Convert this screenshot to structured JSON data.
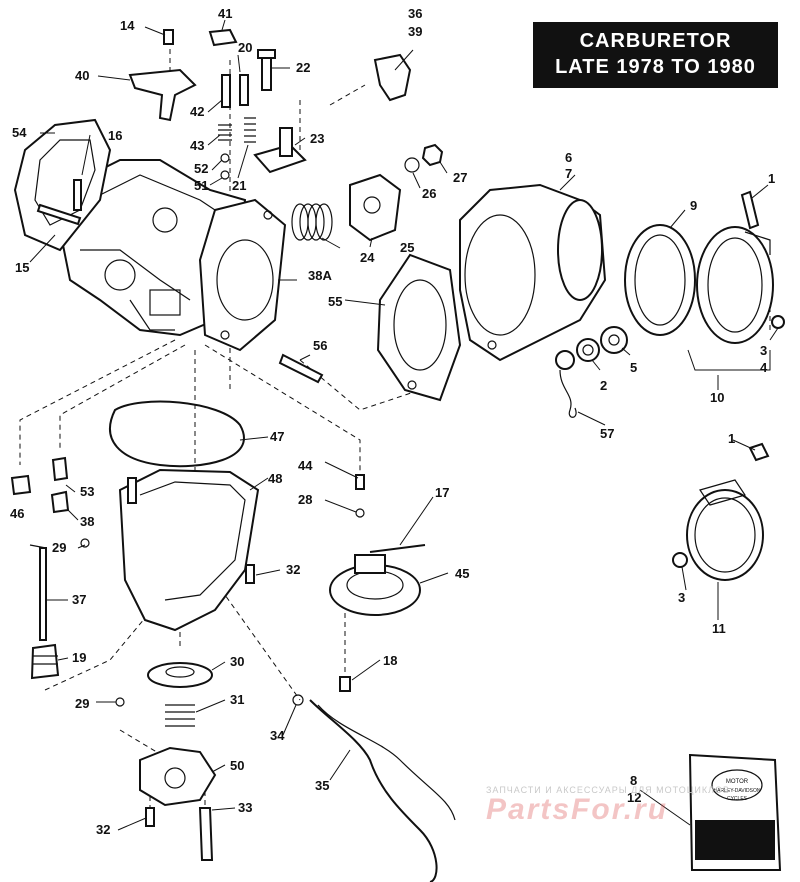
{
  "title": {
    "line1": "CARBURETOR",
    "line2": "LATE 1978 TO 1980"
  },
  "callouts": [
    "1",
    "2",
    "3",
    "4",
    "5",
    "6",
    "7",
    "8",
    "9",
    "10",
    "11",
    "12",
    "14",
    "15",
    "16",
    "17",
    "18",
    "19",
    "20",
    "21",
    "22",
    "23",
    "24",
    "25",
    "26",
    "27",
    "28",
    "29",
    "30",
    "31",
    "32",
    "33",
    "34",
    "35",
    "36",
    "37",
    "38",
    "38A",
    "39",
    "40",
    "41",
    "42",
    "43",
    "44",
    "45",
    "46",
    "47",
    "48",
    "50",
    "51",
    "52",
    "53",
    "54",
    "55",
    "56",
    "57"
  ],
  "watermark": {
    "line": "ЗАПЧАСТИ И АКСЕССУАРЫ ДЛЯ МОТОЦИКЛОВ",
    "logo": "PartsFor.ru"
  },
  "badge": {
    "text1": "MOTOR",
    "text2": "HARLEY-DAVIDSON",
    "text3": "CYCLES"
  }
}
